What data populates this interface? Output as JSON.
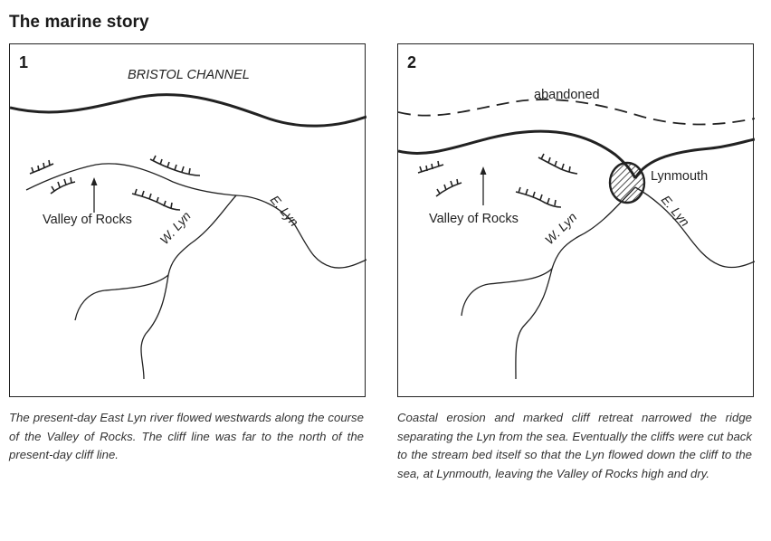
{
  "title": "The marine story",
  "panels": [
    {
      "number": "1",
      "labels": {
        "sea": "BRISTOL CHANNEL",
        "valley": "Valley of Rocks",
        "west_river": "W. Lyn",
        "east_river": "E. Lyn"
      },
      "caption": "The present-day East Lyn river flowed westwards along the course of the Valley of Rocks. The cliff line was far to the north of the present-day cliff line."
    },
    {
      "number": "2",
      "labels": {
        "old_cliff": "abandoned",
        "town": "Lynmouth",
        "valley": "Valley of Rocks",
        "west_river": "W. Lyn",
        "east_river": "E. Lyn"
      },
      "caption": "Coastal erosion and marked cliff retreat narrowed the ridge separating the Lyn from the sea. Eventually the cliffs were cut back to the stream bed itself so that the Lyn flowed down the cliff to the sea, at Lynmouth, leaving the Valley of Rocks high and dry."
    }
  ]
}
